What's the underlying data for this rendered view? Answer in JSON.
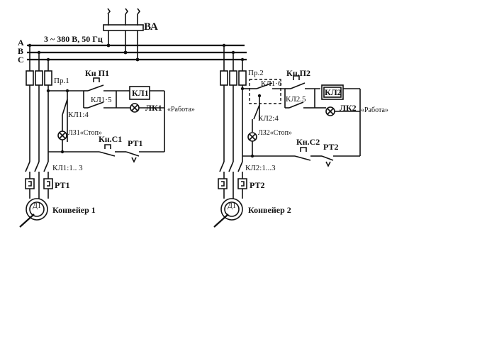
{
  "breaker": {
    "label": "ВА"
  },
  "supply": {
    "label": "3 ~ 380 В, 50 Гц"
  },
  "phases": [
    "А",
    "В",
    "С"
  ],
  "conveyor1": {
    "fuse": "Пр.1",
    "start_button": "Кн П1",
    "hold_contact": "КЛ1·5",
    "coil": "КЛ1",
    "run_lamp": "ЛК1",
    "run_text": "«Работа»",
    "aux_contact": "КЛ1:4",
    "stop_lamp": "ЛЗ1«Стоп»",
    "stop_button": "Кн.С1",
    "relay_contact": "РТ1",
    "main_contacts": "КЛ1:1.. 3",
    "thermal_relay": "РТ1",
    "motor": "Д1",
    "name": "Конвейер 1"
  },
  "conveyor2": {
    "fuse": "Пр.2",
    "interlock": "КЛ1·6",
    "start_button": "Кн.П2",
    "hold_contact": "КЛ2.5",
    "coil": "КЛ2",
    "run_lamp": "ЛК2",
    "run_text": "«Работа»",
    "aux_contact": "КЛ2:4",
    "stop_lamp": "ЛЗ2«Стоп»",
    "stop_button": "Кн.С2",
    "relay_contact": "РТ2",
    "main_contacts": "КЛ2:1...3",
    "thermal_relay": "РТ2",
    "motor": "Д1",
    "name": "Конвейер 2"
  }
}
